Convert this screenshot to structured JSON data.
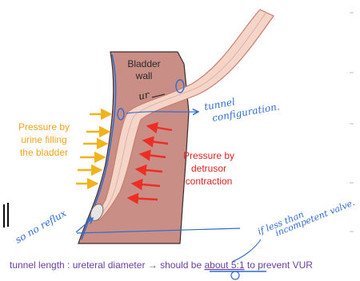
{
  "labels": {
    "bladder_wall": [
      "Bladder",
      "wall"
    ],
    "pressure_urine": [
      "Pressure by",
      "urine filling",
      "the bladder"
    ],
    "pressure_detrusor": [
      "Pressure by",
      "detrusor",
      "contraction"
    ]
  },
  "annotations": {
    "tunnel_configuration": [
      "tunnel",
      "configuration."
    ],
    "ureter_mark": "ur",
    "no_reflux": "so no reflux",
    "incompetent_valve": [
      "if less than",
      "incompetent valve."
    ]
  },
  "footer": {
    "caption_prefix": "tunnel length : ureteral diameter → should be ",
    "caption_underlined": "about 5:1",
    "caption_suffix": " to prevent VUR"
  },
  "colors": {
    "bladder_wall_fill": "#c98f86",
    "ureter_fill": "#f6d5c9",
    "ureter_outline": "#c77d6c",
    "yellow_arrow": "#f2b21a",
    "red_arrow": "#ee2d24",
    "annotation_blue": "#2f6cd0",
    "orange_text": "#f0a41f",
    "red_text": "#e02020",
    "caption_text": "#6b3fa0"
  }
}
